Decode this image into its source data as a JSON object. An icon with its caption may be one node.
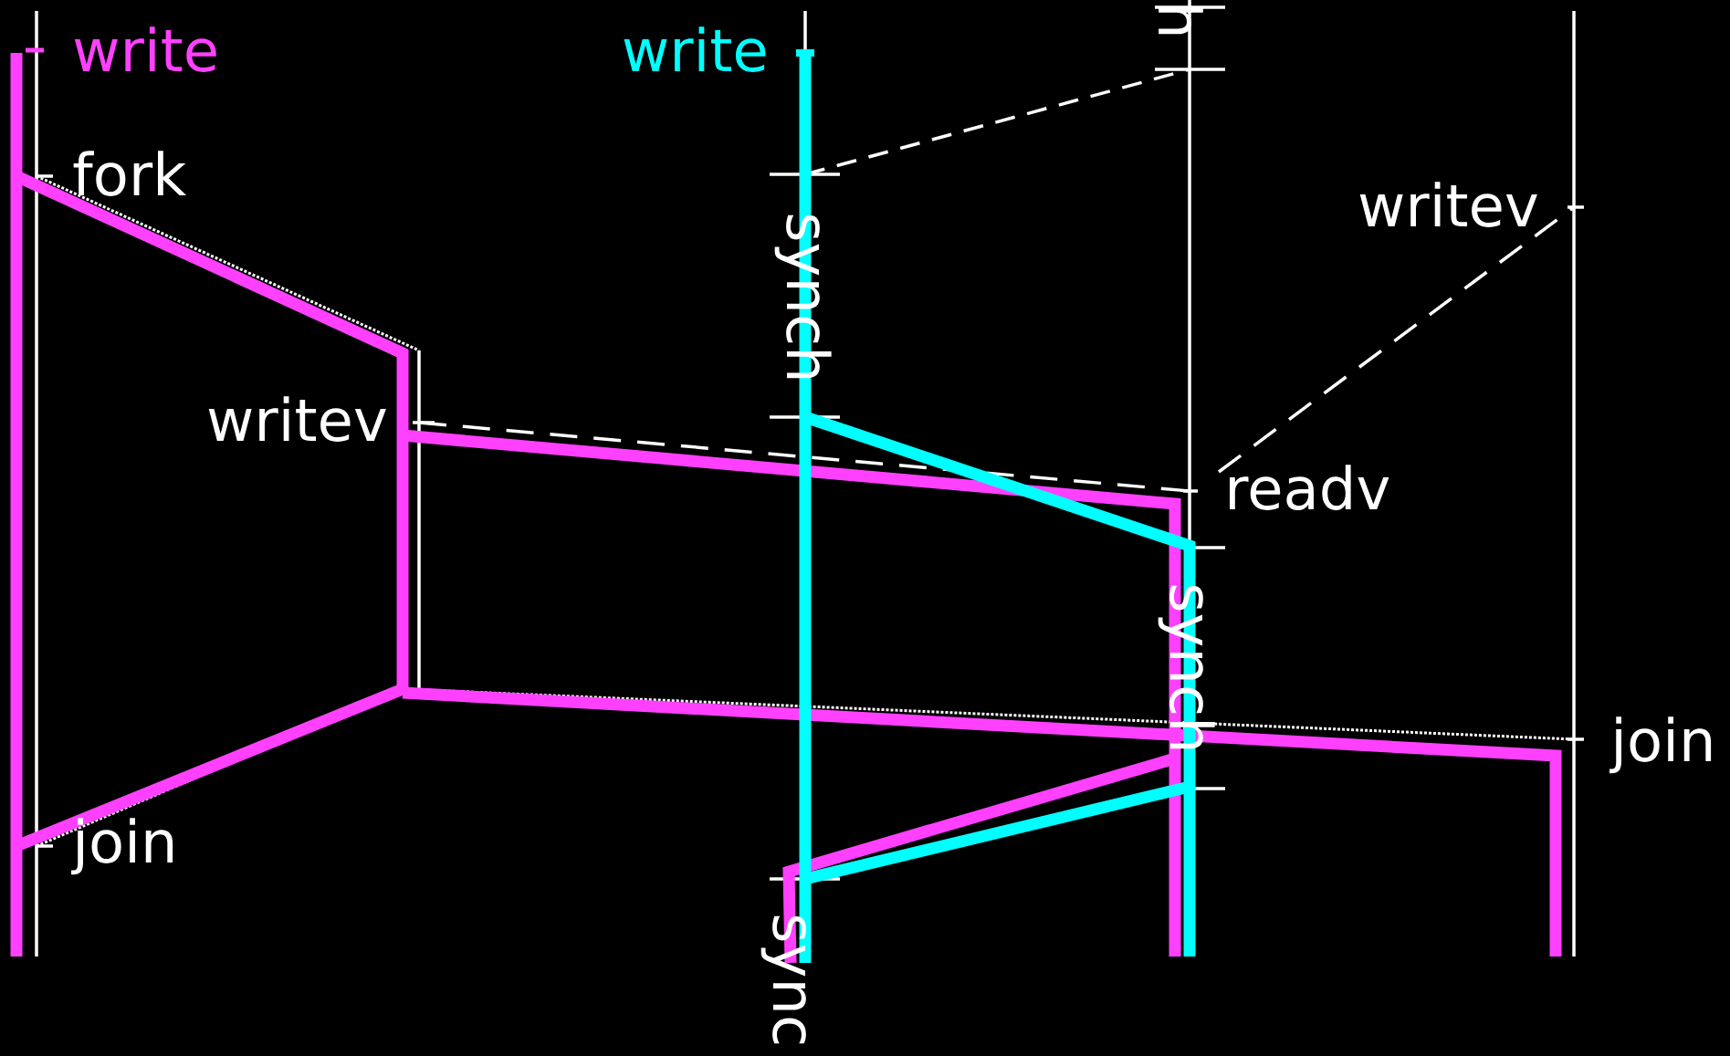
{
  "diagram": {
    "labels": [
      "write",
      "write",
      "h",
      "fork",
      "writev",
      "synch",
      "writev",
      "readv",
      "synch",
      "join",
      "join",
      "sync"
    ]
  }
}
